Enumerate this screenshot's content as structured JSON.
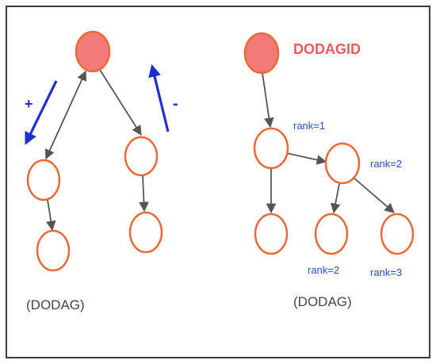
{
  "left_diagram": {
    "caption": "(DODAG)",
    "plus_symbol": "+",
    "minus_symbol": "-"
  },
  "right_diagram": {
    "caption": "(DODAG)",
    "root_label": "DODAGID",
    "rank_labels": [
      "rank=1",
      "rank=2",
      "rank=2",
      "rank=3"
    ]
  },
  "colors": {
    "node_stroke": "#ea6a35",
    "root_fill": "#f27a78",
    "node_fill": "#ffffff",
    "edge": "#555555",
    "direction_arrow": "#1f2fd0",
    "rank_text": "#2550cc",
    "dodagid_text": "#ee5a5a",
    "frame": "#3c3c3c"
  }
}
